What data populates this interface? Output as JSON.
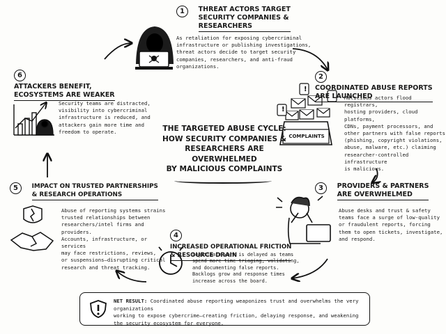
{
  "center_title": [
    "The Targeted Abuse Cycle:",
    "How Security Companies &",
    "Researchers Are Overwhelmed",
    "by Malicious Complaints"
  ],
  "steps": [
    {
      "num": "1",
      "title": [
        "Threat Actors Target",
        "Security Companies &",
        "Researchers"
      ],
      "body": [
        "As retaliation for exposing cybercriminal",
        "infrastructure or publishing investigations,",
        "threat actors decide to target security",
        "companies, researchers, and anti-fraud",
        "organizations."
      ]
    },
    {
      "num": "2",
      "title": [
        "Coordinated Abuse Reports",
        "Are Launched"
      ],
      "body": [
        "Malicious actors flood registrars,",
        "hosting providers, cloud platforms,",
        "CDNs, payment processors, and",
        "other partners with false reports",
        "(phishing, copyright violations,",
        "abuse, malware, etc.) claiming",
        "researcher-controlled infrastructure",
        "is malicious."
      ]
    },
    {
      "num": "3",
      "title": [
        "Providers & Partners",
        "Are Overwhelmed"
      ],
      "body": [
        "Abuse desks and trust & safety",
        "teams face a surge of low-quality",
        "or fraudulent reports, forcing",
        "them to open tickets, investigate,",
        "and respond."
      ]
    },
    {
      "num": "4",
      "title": [
        "Increased Operational Friction",
        "& Resource Drain"
      ],
      "body": [
        "Legitimate work is delayed as teams",
        "spend more time triaging, validating,",
        "and documenting false reports.",
        "Backlogs grow and response times",
        "increase across the board."
      ]
    },
    {
      "num": "5",
      "title": [
        "Impact on Trusted Partnerships",
        "& Research Operations"
      ],
      "body": [
        "Abuse of reporting systems strains",
        "trusted relationships between",
        "researchers/intel firms and providers.",
        "Accounts, infrastructure, or services",
        "may face restrictions, reviews,",
        "or suspensions—disrupting critical",
        "research and threat tracking."
      ]
    },
    {
      "num": "6",
      "title": [
        "Attackers Benefit,",
        "Ecosystems Are Weaker"
      ],
      "body": [
        "Security teams are distracted,",
        "visibility into cybercriminal",
        "infrastructure is reduced, and",
        "attackers gain more time and",
        "freedom to operate."
      ]
    }
  ],
  "complaints_label": "Complaints",
  "net_result": {
    "label": "NET RESULT:",
    "lines": [
      "Coordinated abuse reporting weaponizes trust and overwhelms the very organizations",
      "working to expose cybercrime—creating friction, delaying response, and weakening",
      "the security ecosystem for everyone."
    ]
  }
}
